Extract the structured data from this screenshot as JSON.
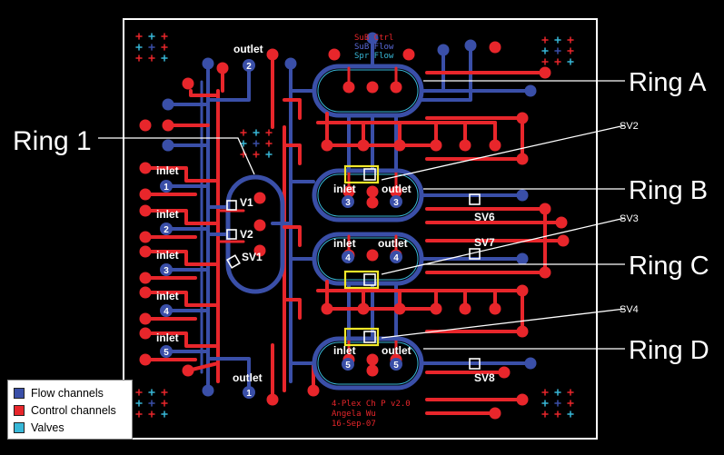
{
  "colors": {
    "background": "#000000",
    "flow": "#3a4fa8",
    "control": "#e8262b",
    "valve": "#38b8d8",
    "chip_border": "#ffffff",
    "label": "#ffffff",
    "highlight": "#f2e82a"
  },
  "chip_notes": {
    "sub_ctrl": "SuB Ctrl",
    "sub_flow": "SuB Flow",
    "spr_flow": "Spr Flow",
    "credit_line1": "4-Plex Ch P v2.0",
    "credit_line2": "Angela Wu",
    "credit_line3": "16-Sep-07"
  },
  "ring_labels": {
    "ring_1": "Ring 1",
    "ring_a": "Ring A",
    "ring_b": "Ring B",
    "ring_c": "Ring C",
    "ring_d": "Ring D"
  },
  "valve_labels": {
    "v1": "V1",
    "v2": "V2",
    "sv1": "SV1",
    "sv2": "SV2",
    "sv3": "SV3",
    "sv4": "SV4",
    "sv6": "SV6",
    "sv7": "SV7",
    "sv8": "SV8"
  },
  "ports": {
    "inlet_label": "inlet",
    "outlet_label": "outlet",
    "left_inlets": [
      "1",
      "2",
      "3",
      "4",
      "5"
    ],
    "left_outlets": [
      "2",
      "1"
    ],
    "ring_ports": [
      "3",
      "4",
      "5"
    ]
  },
  "legend": {
    "items": [
      {
        "label": "Flow channels",
        "color": "#3a4fa8"
      },
      {
        "label": "Control channels",
        "color": "#e8262b"
      },
      {
        "label": "Valves",
        "color": "#38b8d8"
      }
    ]
  }
}
